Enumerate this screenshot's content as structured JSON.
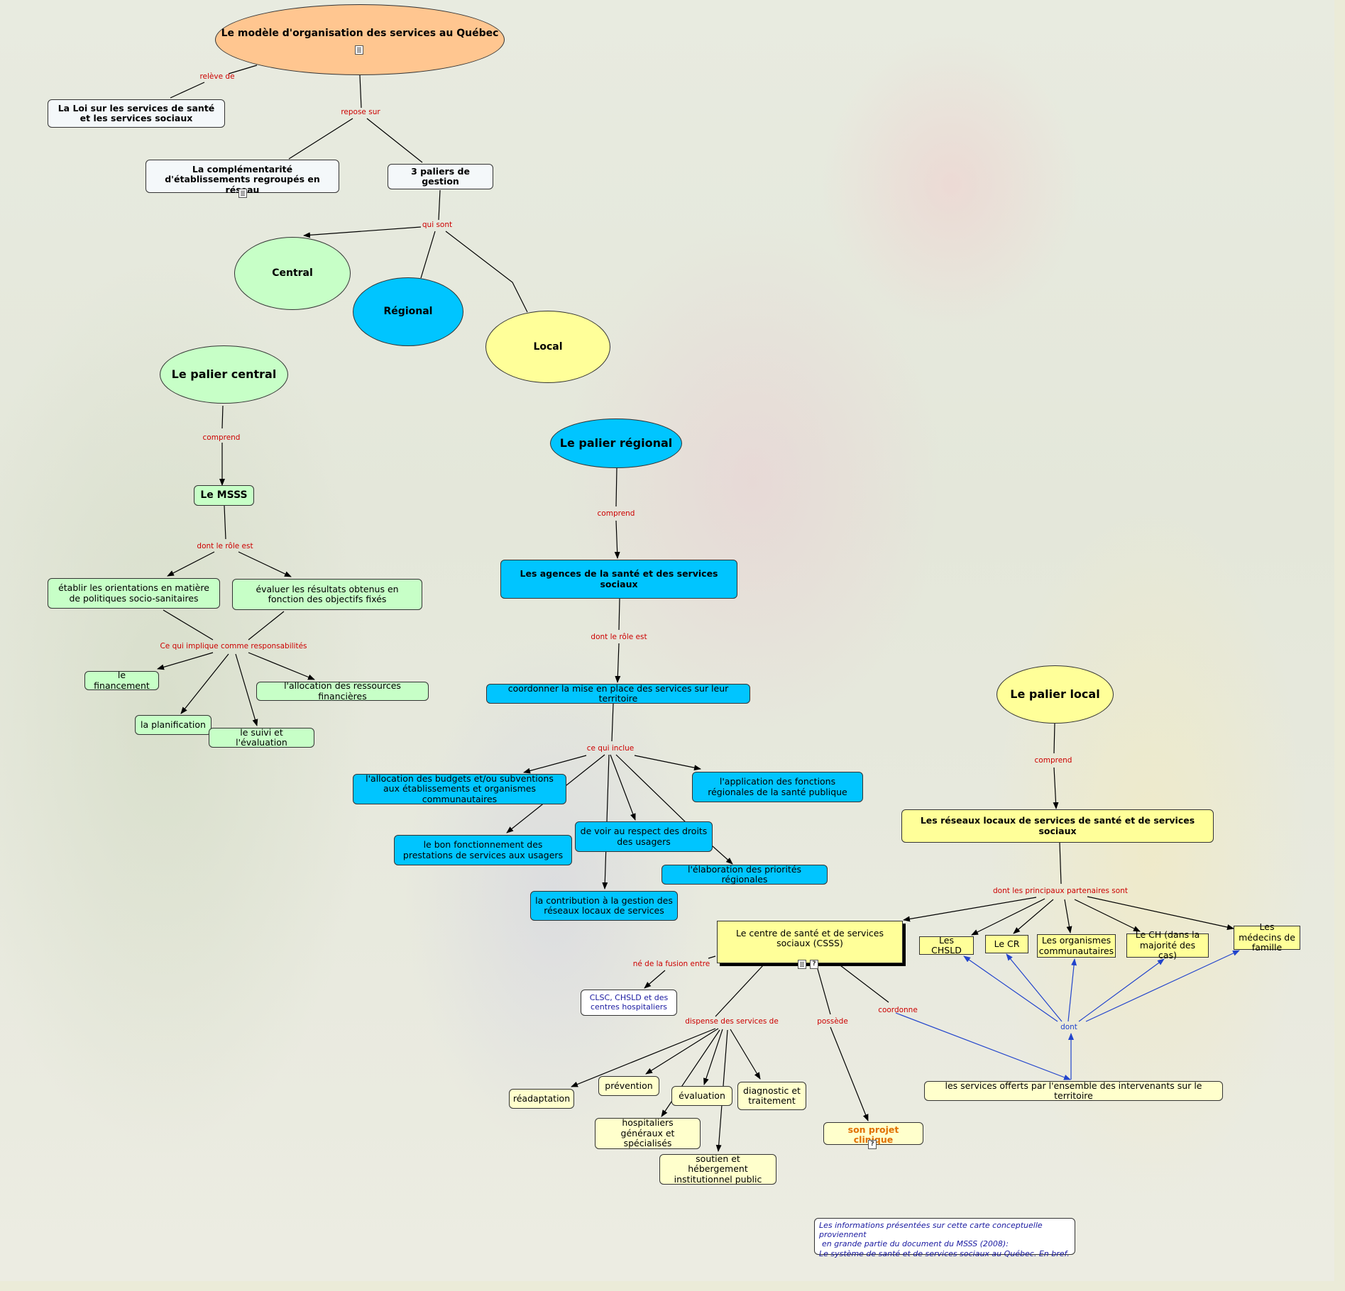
{
  "colors": {
    "orange": "#ffc690",
    "green": "#c7ffc7",
    "blue": "#00c5ff",
    "yellow": "#ffff99",
    "light": "#f4f8fa",
    "white": "#ffffff",
    "link_red": "#cc0000",
    "link_blue": "#2244cc"
  },
  "nodes": {
    "title": "Le modèle d'organisation des services au Québec",
    "loi": "La Loi sur les services de santé et les services sociaux",
    "complementarite": "La complémentarité d'établissements regroupés en réseau",
    "paliers": "3 paliers de gestion",
    "central": "Central",
    "regional": "Régional",
    "local": "Local",
    "palier_central": "Le palier central",
    "msss": "Le MSSS",
    "orientations": "établir les orientations en matière de politiques socio-sanitaires",
    "evaluer": "évaluer les résultats obtenus en fonction des objectifs fixés",
    "financement": "le financement",
    "allocation_fin": "l'allocation des ressources financières",
    "planification": "la planification",
    "suivi": "le suivi et l'évaluation",
    "palier_regional": "Le palier régional",
    "agences": "Les agences de la santé et des services sociaux",
    "coordonner": "coordonner la mise en place des services sur leur territoire",
    "allocation_budgets": "l'allocation des budgets et/ou subventions aux établissements et organismes communautaires",
    "application": "l'application des fonctions régionales de la santé publique",
    "bon_fonct": "le bon fonctionnement des prestations de services aux usagers",
    "droits": "de voir au respect des droits des usagers",
    "priorites": "l'élaboration des priorités régionales",
    "contribution": "la contribution à la gestion des réseaux locaux de services",
    "palier_local": "Le palier local",
    "reseaux": "Les réseaux locaux de services de santé et de services sociaux",
    "csss": "Le centre de santé et de services sociaux (CSSS)",
    "chsld": "Les CHSLD",
    "cr": "Le CR",
    "organismes": "Les organismes communautaires",
    "ch": "Le CH (dans la majorité des cas)",
    "medecins": "Les médecins de famille",
    "clsc": "CLSC, CHSLD et des centres hospitaliers",
    "readaptation": "réadaptation",
    "prevention": "prévention",
    "evaluation": "évaluation",
    "diagnostic": "diagnostic et traitement",
    "hospitaliers": "hospitaliers généraux et spécialisés",
    "soutien": "soutien et hébergement institutionnel public",
    "projet": "son projet clinique",
    "services_offerts": "les services offerts par l'ensemble des intervenants sur le territoire"
  },
  "links": {
    "releve_de": "relève de",
    "repose_sur": "repose sur",
    "qui_sont": "qui sont",
    "comprend": "comprend",
    "dont_role": "dont le rôle est",
    "implique": "Ce qui implique comme responsabilités",
    "ce_qui_inclue": "ce qui inclue",
    "dont_partenaires": "dont les principaux partenaires sont",
    "ne_fusion": "né de la fusion entre",
    "dispense": "dispense des services de",
    "possede": "possède",
    "coordonne": "coordonne",
    "dont": "dont"
  },
  "note": {
    "line1": "Les informations présentées sur cette carte conceptuelle proviennent",
    "line2": "en grande partie du document du MSSS (2008):",
    "line3": "Le système de santé et de services sociaux au Québec. En bref."
  },
  "icons": [
    "document-icon",
    "question-icon"
  ]
}
